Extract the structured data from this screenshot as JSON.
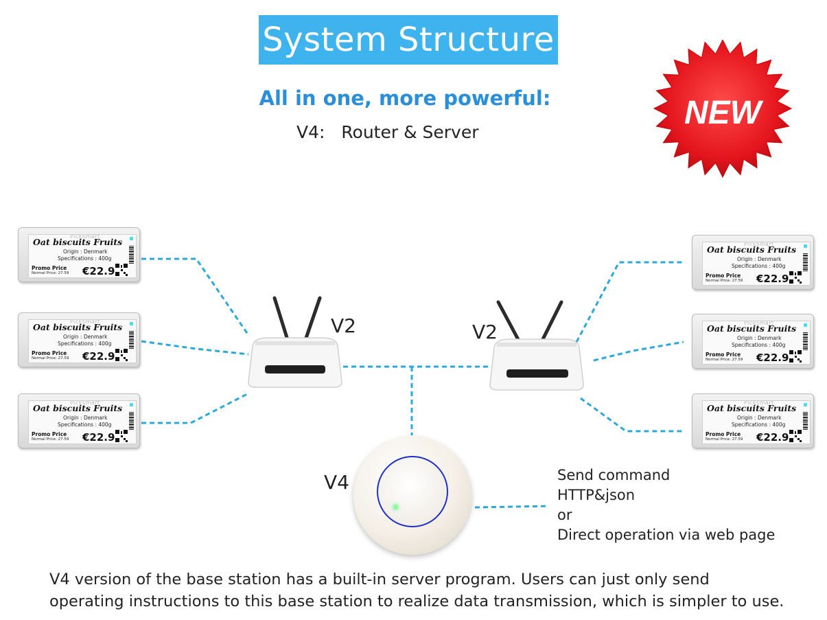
{
  "header": {
    "title": "System Structure",
    "subtitle": "All in one, more powerful:",
    "version_line": "V4:   Router & Server"
  },
  "badge": {
    "text": "NEW",
    "color": "#e3141d"
  },
  "labels": {
    "v2_left": "V2",
    "v2_right": "V2",
    "v4": "V4"
  },
  "command": {
    "lines": [
      "Send command",
      "HTTP&json",
      "or",
      "Direct operation via web page"
    ]
  },
  "description": {
    "lines": [
      "V4 version of the base station has a built-in server program. Users can just only send",
      "operating instructions to this base station to realize data transmission, which is simpler to use."
    ]
  },
  "tag": {
    "brand": "Picksmart",
    "product": "Oat biscuits Fruits",
    "origin": "Origin : Denmark",
    "spec": "Specifications : 400g",
    "promo_label": "Promo Price",
    "normal_price": "Normal Price: 27.59",
    "price": "€22.9"
  },
  "colors": {
    "title_bg": "#3fb3ee",
    "subtitle": "#2a8fd8",
    "connection": "#2aa8dc",
    "v4_ring": "#1f30c8"
  }
}
